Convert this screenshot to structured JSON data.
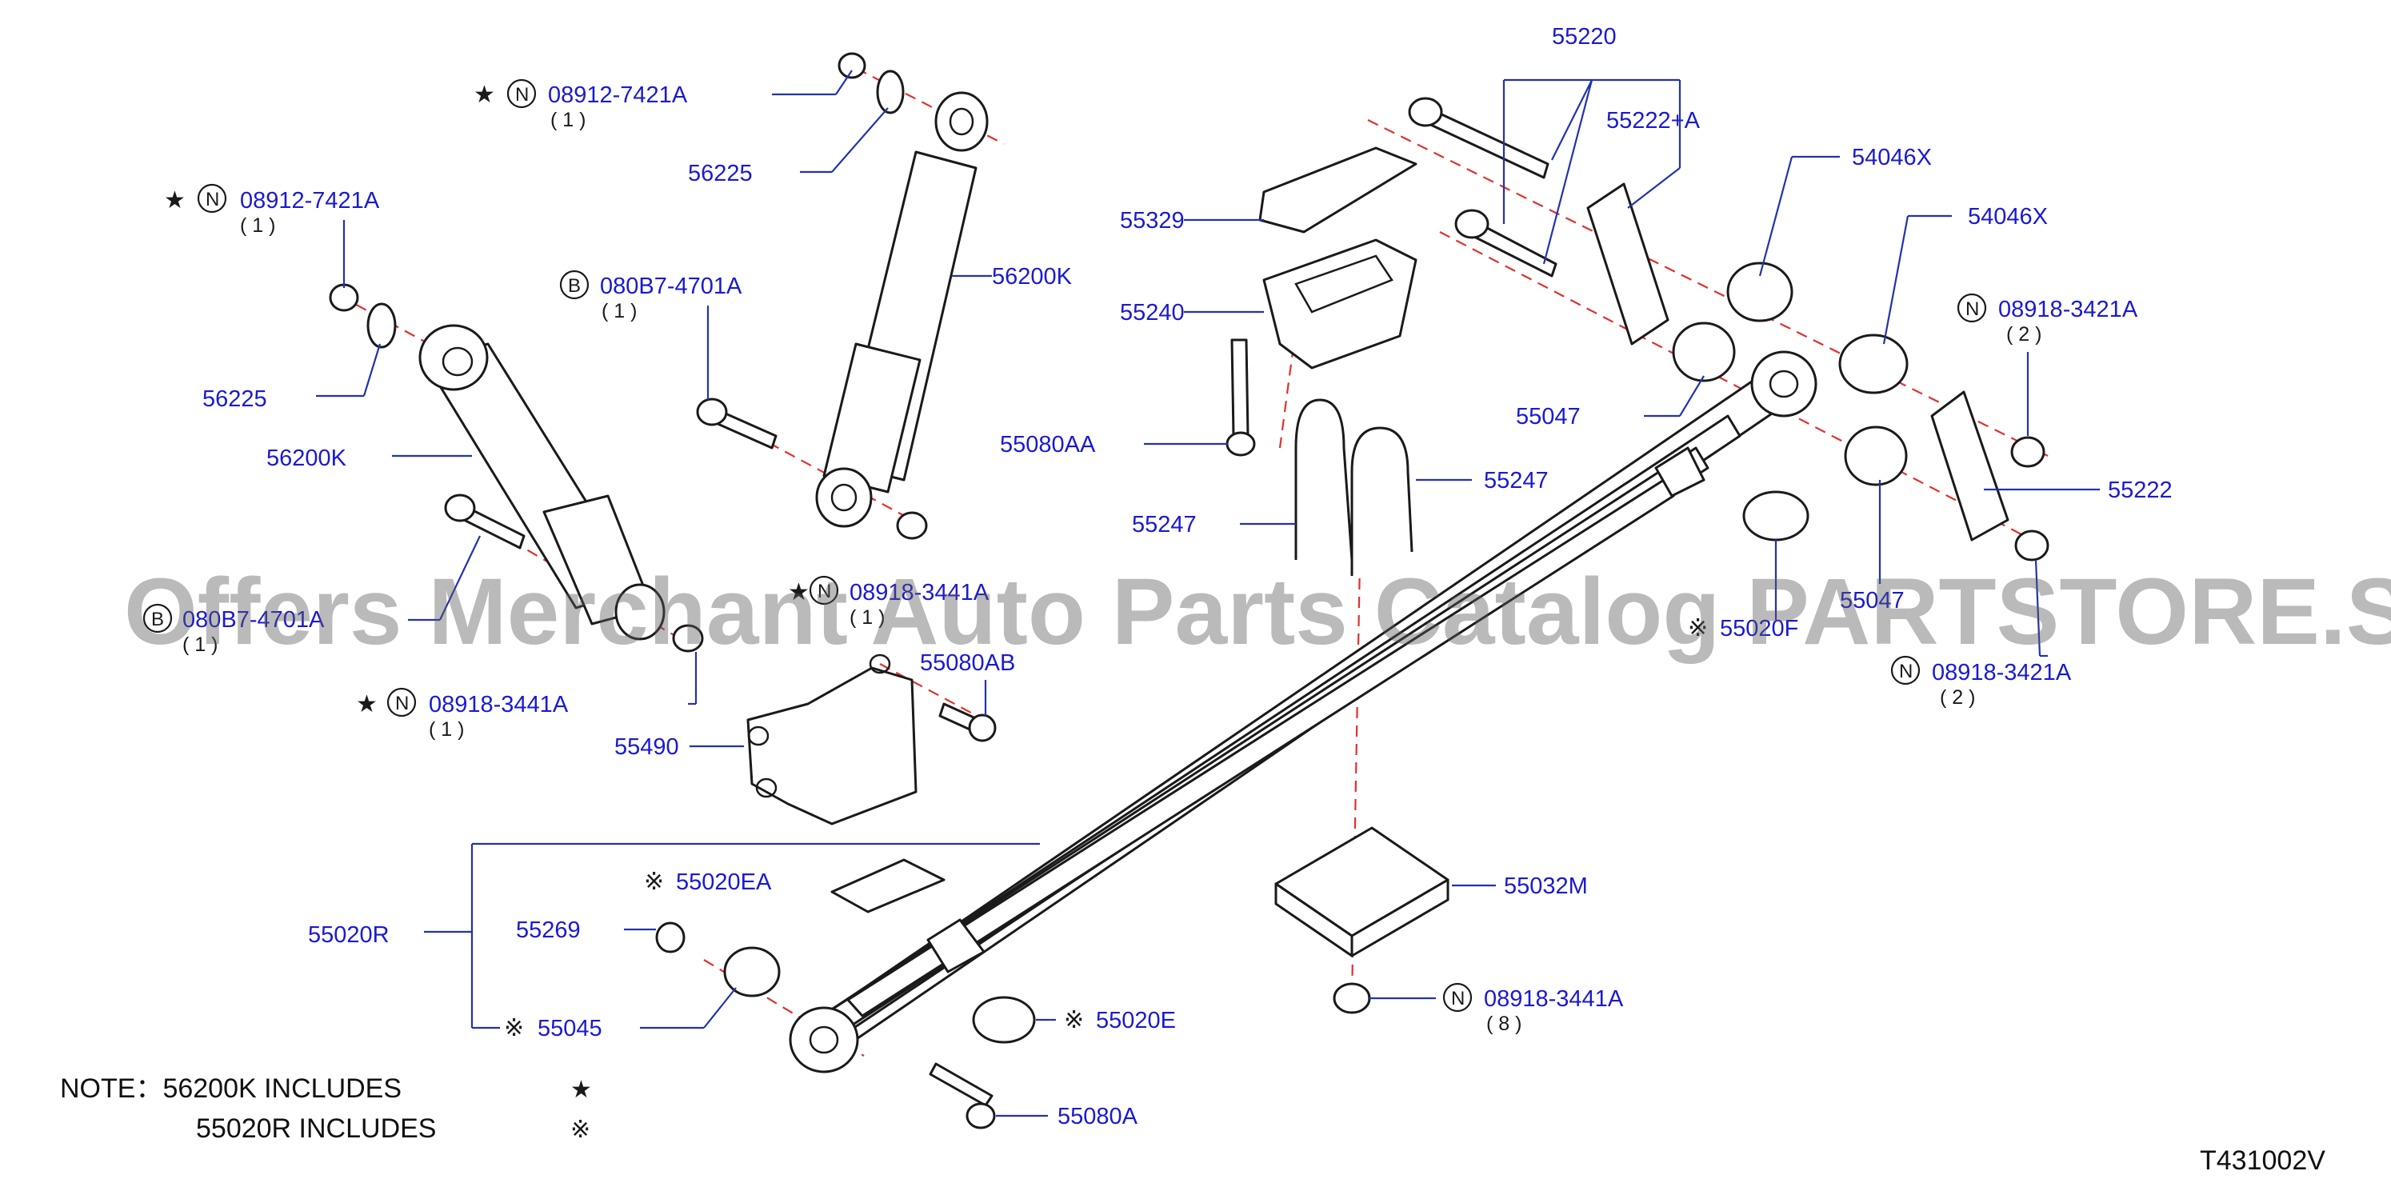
{
  "labels": {
    "p08912_a": "08912-7421A",
    "q08912_a": "( 1 )",
    "p56225_a": "56225",
    "p08912_b": "08912-7421A",
    "q08912_b": "( 1 )",
    "p56225_b": "56225",
    "p56200k_a": "56200K",
    "p56200k_b": "56200K",
    "p080b7_a": "080B7-4701A",
    "q080b7_a": "( 1 )",
    "p080b7_b": "080B7-4701A",
    "q080b7_b": "( 1 )",
    "p08918_3441_a": "08918-3441A",
    "q08918_3441_a": "( 1 )",
    "p08918_3441_b": "08918-3441A",
    "q08918_3441_b": "( 1 )",
    "p55080ab": "55080AB",
    "p55490": "55490",
    "p55329": "55329",
    "p55240": "55240",
    "p55080aa": "55080AA",
    "p55247_a": "55247",
    "p55247_b": "55247",
    "p55220": "55220",
    "p55222a": "55222+A",
    "p54046x_a": "54046X",
    "p54046x_b": "54046X",
    "p08918_3421_a": "08918-3421A",
    "q08918_3421_a": "( 2 )",
    "p08918_3421_b": "08918-3421A",
    "q08918_3421_b": "( 2 )",
    "p55047_a": "55047",
    "p55047_b": "55047",
    "p55222": "55222",
    "p55020f": "55020F",
    "p55020ea": "55020EA",
    "p55269": "55269",
    "p55020r": "55020R",
    "p55045": "55045",
    "p55020e": "55020E",
    "p55080a": "55080A",
    "p55032m": "55032M",
    "p08918_3441_c": "08918-3441A",
    "q08918_3441_c": "( 8 )"
  },
  "symbols": {
    "star": "★",
    "kome": "※",
    "n_circle": "N",
    "b_circle": "B"
  },
  "note": {
    "line1_prefix": "NOTE：56200K  INCLUDES",
    "line1_symbol": "★",
    "line2_prefix": "55020R  INCLUDES",
    "line2_symbol": "※"
  },
  "reference": "T431002V",
  "watermark": "Offers Merchant Auto Parts Catalog PARTSTORE.SA",
  "colors": {
    "label": "#1a1ad0",
    "axis": "#e03030",
    "leader": "#2233aa",
    "line": "#1a1a1a"
  }
}
